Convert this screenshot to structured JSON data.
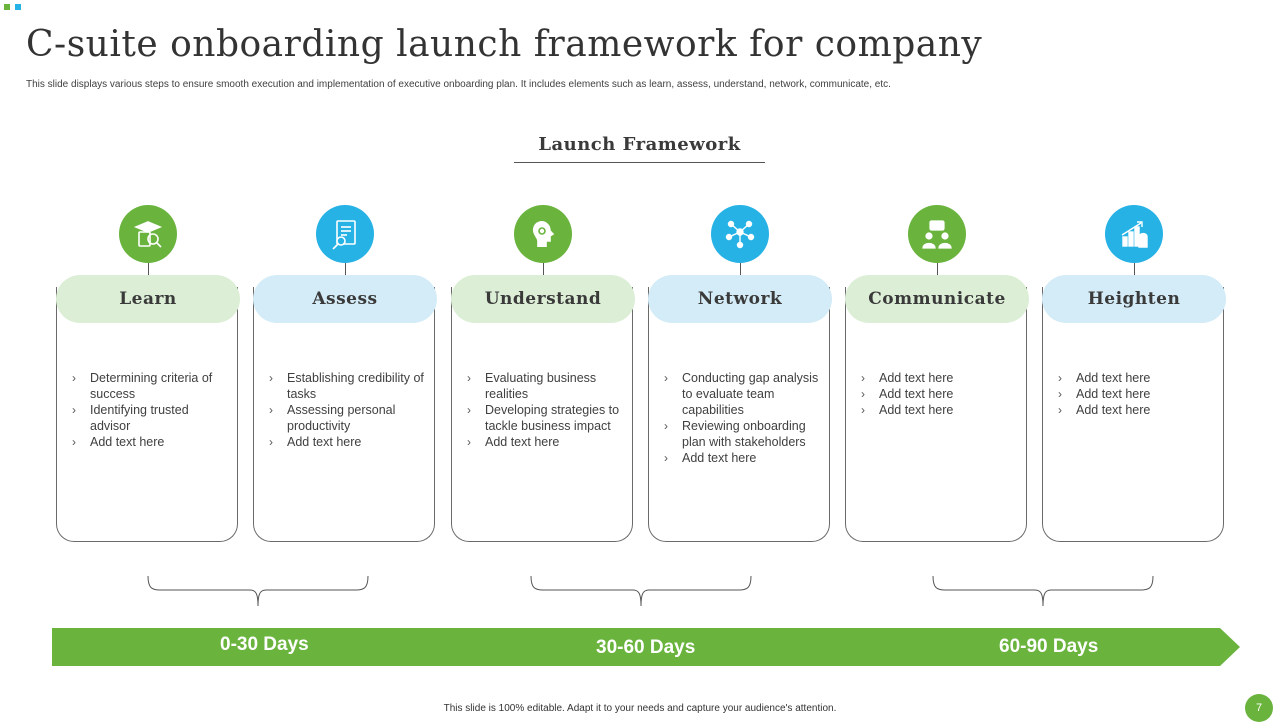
{
  "title": "C-suite onboarding launch framework for company",
  "subtitle": "This slide displays various steps to ensure smooth execution and implementation  of executive onboarding plan. It includes elements such as learn, assess, understand, network, communicate, etc.",
  "framework_heading": "Launch Framework",
  "colors": {
    "green": "#6ab43e",
    "blue": "#27b2e6",
    "green_light": "#dcefd6",
    "blue_light": "#d3ecf7"
  },
  "stages": [
    {
      "label": "Learn",
      "icon": "graduation-learning-icon",
      "color": "green",
      "bullets": [
        "Determining criteria of success",
        "Identifying trusted advisor",
        "Add text here"
      ]
    },
    {
      "label": "Assess",
      "icon": "document-magnifier-icon",
      "color": "blue",
      "bullets": [
        "Establishing credibility of tasks",
        "Assessing personal productivity",
        "Add text here"
      ]
    },
    {
      "label": "Understand",
      "icon": "head-gears-icon",
      "color": "green",
      "bullets": [
        "Evaluating business realities",
        "Developing  strategies to tackle business impact",
        "Add text here"
      ]
    },
    {
      "label": "Network",
      "icon": "people-network-icon",
      "color": "blue",
      "bullets": [
        "Conducting gap analysis to evaluate team capabilities",
        "Reviewing onboarding  plan with stakeholders",
        "Add text here"
      ]
    },
    {
      "label": "Communicate",
      "icon": "people-chat-icon",
      "color": "green",
      "bullets": [
        "Add text here",
        "Add text here",
        "Add text here"
      ]
    },
    {
      "label": "Heighten",
      "icon": "hand-growth-chart-icon",
      "color": "blue",
      "bullets": [
        "Add text here",
        "Add text here",
        "Add text here"
      ]
    }
  ],
  "timeline": [
    "0-30 Days",
    "30-60 Days",
    "60-90 Days"
  ],
  "footer": "This slide is 100% editable.  Adapt it to your needs and capture your audience's attention.",
  "page_number": "7"
}
